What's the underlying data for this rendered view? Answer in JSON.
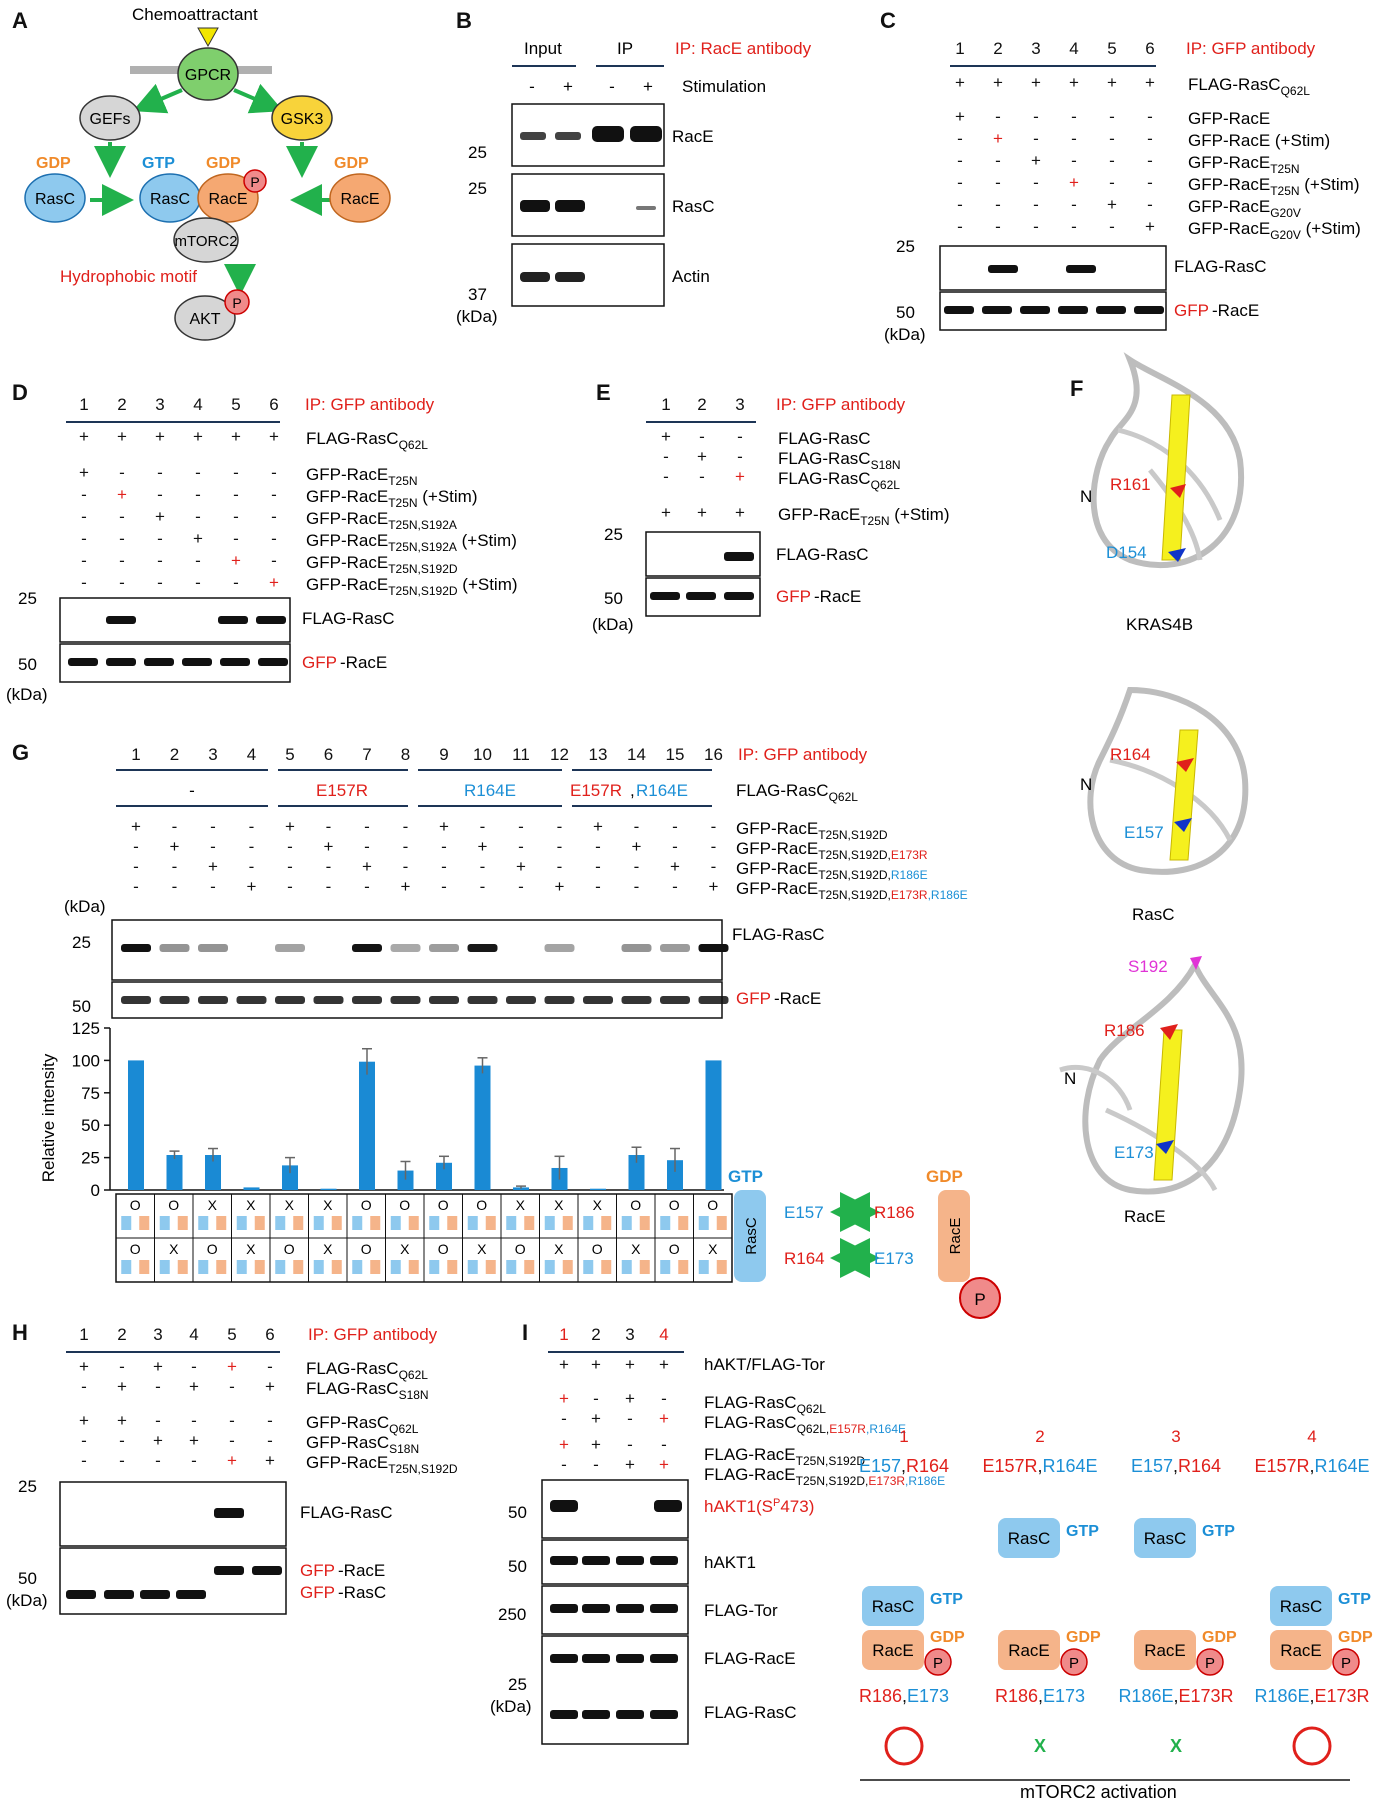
{
  "panels": {
    "A": {
      "label": "A",
      "chemoattractant": "Chemoattractant",
      "gpcr": "GPCR",
      "gefs": "GEFs",
      "gsk3": "GSK3",
      "gdp": "GDP",
      "gtp": "GTP",
      "rasc": "RasC",
      "race": "RacE",
      "p": "P",
      "mtorc2": "mTORC2",
      "hydrophobic": "Hydrophobic motif",
      "akt": "AKT"
    },
    "B": {
      "label": "B",
      "input": "Input",
      "ip": "IP",
      "ip_title": "IP: RacE antibody",
      "stimulation": "Stimulation",
      "signs": [
        "-",
        "+",
        "-",
        "+"
      ],
      "blots": [
        "RacE",
        "RasC",
        "Actin"
      ],
      "mw": [
        "25",
        "25",
        "37"
      ],
      "kda": "(kDa)"
    },
    "C": {
      "label": "C",
      "lanes": [
        "1",
        "2",
        "3",
        "4",
        "5",
        "6"
      ],
      "ip_title": "IP: GFP antibody",
      "rows": [
        {
          "label": "FLAG-RasC",
          "sub": "Q62L",
          "signs": [
            "+",
            "+",
            "+",
            "+",
            "+",
            "+"
          ]
        },
        {
          "label": "GFP-RacE",
          "sub": "",
          "signs": [
            "+",
            "-",
            "-",
            "-",
            "-",
            "-"
          ]
        },
        {
          "label": "GFP-RacE (+Stim)",
          "sub": "",
          "signs": [
            "-",
            "+",
            "-",
            "-",
            "-",
            "-"
          ]
        },
        {
          "label": "GFP-RacE",
          "sub": "T25N",
          "signs": [
            "-",
            "-",
            "+",
            "-",
            "-",
            "-"
          ]
        },
        {
          "label": "GFP-RacE",
          "sub": "T25N",
          "after": " (+Stim)",
          "signs": [
            "-",
            "-",
            "-",
            "+",
            "-",
            "-"
          ]
        },
        {
          "label": "GFP-RacE",
          "sub": "G20V",
          "signs": [
            "-",
            "-",
            "-",
            "-",
            "+",
            "-"
          ]
        },
        {
          "label": "GFP-RacE",
          "sub": "G20V",
          "after": " (+Stim)",
          "signs": [
            "-",
            "-",
            "-",
            "-",
            "-",
            "+"
          ]
        }
      ],
      "blots": [
        "FLAG-RasC",
        "GFP",
        "-RacE"
      ],
      "mw": [
        "25",
        "50"
      ],
      "kda": "(kDa)"
    },
    "D": {
      "label": "D",
      "lanes": [
        "1",
        "2",
        "3",
        "4",
        "5",
        "6"
      ],
      "ip_title": "IP: GFP antibody",
      "rows": [
        {
          "label": "FLAG-RasC",
          "sub": "Q62L",
          "after": "",
          "signs": [
            "+",
            "+",
            "+",
            "+",
            "+",
            "+"
          ]
        },
        {
          "label": "GFP-RacE",
          "sub": "T25N",
          "after": "",
          "signs": [
            "+",
            "-",
            "-",
            "-",
            "-",
            "-"
          ]
        },
        {
          "label": "GFP-RacE",
          "sub": "T25N",
          "after": " (+Stim)",
          "signs": [
            "-",
            "+",
            "-",
            "-",
            "-",
            "-"
          ]
        },
        {
          "label": "GFP-RacE",
          "sub": "T25N,S192A",
          "after": "",
          "signs": [
            "-",
            "-",
            "+",
            "-",
            "-",
            "-"
          ]
        },
        {
          "label": "GFP-RacE",
          "sub": "T25N,S192A",
          "after": " (+Stim)",
          "signs": [
            "-",
            "-",
            "-",
            "+",
            "-",
            "-"
          ]
        },
        {
          "label": "GFP-RacE",
          "sub": "T25N,S192D",
          "after": "",
          "signs": [
            "-",
            "-",
            "-",
            "-",
            "+",
            "-"
          ]
        },
        {
          "label": "GFP-RacE",
          "sub": "T25N,S192D",
          "after": " (+Stim)",
          "signs": [
            "-",
            "-",
            "-",
            "-",
            "-",
            "+"
          ]
        }
      ],
      "blots": [
        "FLAG-RasC",
        "GFP",
        "-RacE"
      ],
      "mw": [
        "25",
        "50"
      ],
      "kda": "(kDa)"
    },
    "E": {
      "label": "E",
      "lanes": [
        "1",
        "2",
        "3"
      ],
      "ip_title": "IP: GFP antibody",
      "rows": [
        {
          "label": "FLAG-RasC",
          "sub": "",
          "signs": [
            "+",
            "-",
            "-"
          ]
        },
        {
          "label": "FLAG-RasC",
          "sub": "S18N",
          "signs": [
            "-",
            "+",
            "-"
          ]
        },
        {
          "label": "FLAG-RasC",
          "sub": "Q62L",
          "signs": [
            "-",
            "-",
            "+"
          ]
        },
        {
          "label": "GFP-RacE",
          "sub": "T25N",
          "after": " (+Stim)",
          "signs": [
            "+",
            "+",
            "+"
          ]
        }
      ],
      "blots": [
        "FLAG-RasC",
        "GFP",
        "-RacE"
      ],
      "mw": [
        "25",
        "50"
      ],
      "kda": "(kDa)"
    },
    "F": {
      "label": "F",
      "structures": [
        {
          "name": "KRAS4B",
          "n": "N",
          "r": "R161",
          "e": "D154"
        },
        {
          "name": "RasC",
          "n": "N",
          "r": "R164",
          "e": "E157"
        },
        {
          "name": "RacE",
          "n": "N",
          "r": "R186",
          "e": "E173",
          "s": "S192"
        }
      ]
    },
    "G": {
      "label": "G",
      "ip_title": "IP: GFP antibody",
      "lanes": [
        "1",
        "2",
        "3",
        "4",
        "5",
        "6",
        "7",
        "8",
        "9",
        "10",
        "11",
        "12",
        "13",
        "14",
        "15",
        "16"
      ],
      "groups": [
        "-",
        "E157R",
        "R164E",
        "E157R",
        "R164E"
      ],
      "flag_row": "FLAG-RasC",
      "flag_sub": "Q62L",
      "gfp_rows": [
        {
          "label": "GFP-RacE",
          "sub": "T25N,S192D",
          "extra_red": "",
          "extra_blue": ""
        },
        {
          "label": "GFP-RacE",
          "sub": "T25N,S192D,",
          "extra_red": "E173R",
          "extra_blue": ""
        },
        {
          "label": "GFP-RacE",
          "sub": "T25N,S192D,",
          "extra_red": "",
          "extra_blue": "R186E"
        },
        {
          "label": "GFP-RacE",
          "sub": "T25N,S192D,",
          "extra_red": "E173R",
          "extra_blue": ",R186E"
        }
      ],
      "kda": "(kDa)",
      "mw": [
        "25",
        "50"
      ],
      "blots": [
        "FLAG-RasC",
        "GFP",
        "-RacE"
      ],
      "ylabel": "Relative intensity",
      "yticks": [
        "0",
        "25",
        "50",
        "75",
        "100",
        "125"
      ],
      "row1": [
        "O",
        "O",
        "X",
        "X",
        "X",
        "X",
        "O",
        "O",
        "O",
        "O",
        "X",
        "X",
        "X",
        "O",
        "O",
        "O"
      ],
      "row2": [
        "O",
        "X",
        "O",
        "X",
        "O",
        "X",
        "O",
        "X",
        "O",
        "X",
        "O",
        "X",
        "O",
        "X",
        "O",
        "X"
      ],
      "legend": {
        "gtp": "GTP",
        "gdp": "GDP",
        "rasc": "RasC",
        "race": "RacE",
        "p": "P",
        "e157": "E157",
        "r186": "R186",
        "r164": "R164",
        "e173": "E173"
      }
    },
    "H": {
      "label": "H",
      "lanes": [
        "1",
        "2",
        "3",
        "4",
        "5",
        "6"
      ],
      "ip_title": "IP: GFP antibody",
      "rows": [
        {
          "label": "FLAG-RasC",
          "sub": "Q62L",
          "signs": [
            "+",
            "-",
            "+",
            "-",
            "+",
            "-"
          ]
        },
        {
          "label": "FLAG-RasC",
          "sub": "S18N",
          "signs": [
            "-",
            "+",
            "-",
            "+",
            "-",
            "+"
          ]
        },
        {
          "label": "GFP-RasC",
          "sub": "Q62L",
          "signs": [
            "+",
            "+",
            "-",
            "-",
            "-",
            "-"
          ]
        },
        {
          "label": "GFP-RasC",
          "sub": "S18N",
          "signs": [
            "-",
            "-",
            "+",
            "+",
            "-",
            "-"
          ]
        },
        {
          "label": "GFP-RacE",
          "sub": "T25N,S192D",
          "signs": [
            "-",
            "-",
            "-",
            "-",
            "+",
            "+"
          ]
        }
      ],
      "blots": [
        "FLAG-RasC",
        "GFP",
        "-RacE",
        "-RasC"
      ],
      "mw": [
        "25",
        "50"
      ],
      "kda": "(kDa)"
    },
    "I": {
      "label": "I",
      "lanes": [
        "1",
        "2",
        "3",
        "4"
      ],
      "rows": [
        {
          "label": "hAKT/FLAG-Tor",
          "sub": "",
          "signs": [
            "+",
            "+",
            "+",
            "+"
          ]
        },
        {
          "label": "FLAG-RasC",
          "sub": "Q62L",
          "signs": [
            "+",
            "-",
            "+",
            "-"
          ]
        },
        {
          "label": "FLAG-RasC",
          "sub": "Q62L,",
          "sub_red": "E157R",
          "sub_blue": ",R164E",
          "signs": [
            "-",
            "+",
            "-",
            "+"
          ]
        },
        {
          "label": "FLAG-RacE",
          "sub": "T25N,S192D",
          "signs": [
            "+",
            "+",
            "-",
            "-"
          ]
        },
        {
          "label": "FLAG-RacE",
          "sub": "T25N,S192D,",
          "sub_red": "E173R",
          "sub_blue": ",R186E",
          "signs": [
            "-",
            "-",
            "+",
            "+"
          ]
        }
      ],
      "blots": [
        "hAKT1(S",
        "P",
        "473)",
        "hAKT1",
        "FLAG-Tor",
        "FLAG-RacE",
        "FLAG-RasC"
      ],
      "mw": [
        "50",
        "50",
        "250",
        "25"
      ],
      "kda": "(kDa)",
      "models": [
        {
          "num": "1",
          "top": "E157,R164",
          "bottom": "R186,E173",
          "result": "O"
        },
        {
          "num": "2",
          "top": "E157R,R164E",
          "bottom": "R186,E173",
          "result": "X"
        },
        {
          "num": "3",
          "top": "E157,R164",
          "bottom": "R186E,E173R",
          "result": "X"
        },
        {
          "num": "4",
          "top": "E157R,R164E",
          "bottom": "R186E,E173R",
          "result": "O"
        }
      ],
      "gtp": "GTP",
      "gdp": "GDP",
      "rasc": "RasC",
      "race": "RacE",
      "p": "P",
      "activation": "mTORC2 activation"
    }
  },
  "chart_data": {
    "type": "bar",
    "categories": [
      "1",
      "2",
      "3",
      "4",
      "5",
      "6",
      "7",
      "8",
      "9",
      "10",
      "11",
      "12",
      "13",
      "14",
      "15",
      "16"
    ],
    "values": [
      100,
      27,
      27,
      2,
      19,
      1,
      99,
      15,
      21,
      96,
      2,
      17,
      1,
      27,
      23,
      100
    ],
    "errors": [
      0,
      3,
      5,
      0,
      6,
      0,
      10,
      7,
      5,
      6,
      1,
      9,
      0,
      6,
      9,
      0
    ],
    "ylabel": "Relative intensity",
    "ylim": [
      0,
      125
    ],
    "yticks": [
      0,
      25,
      50,
      75,
      100,
      125
    ],
    "color": "#1a8ad4",
    "grid": false
  }
}
